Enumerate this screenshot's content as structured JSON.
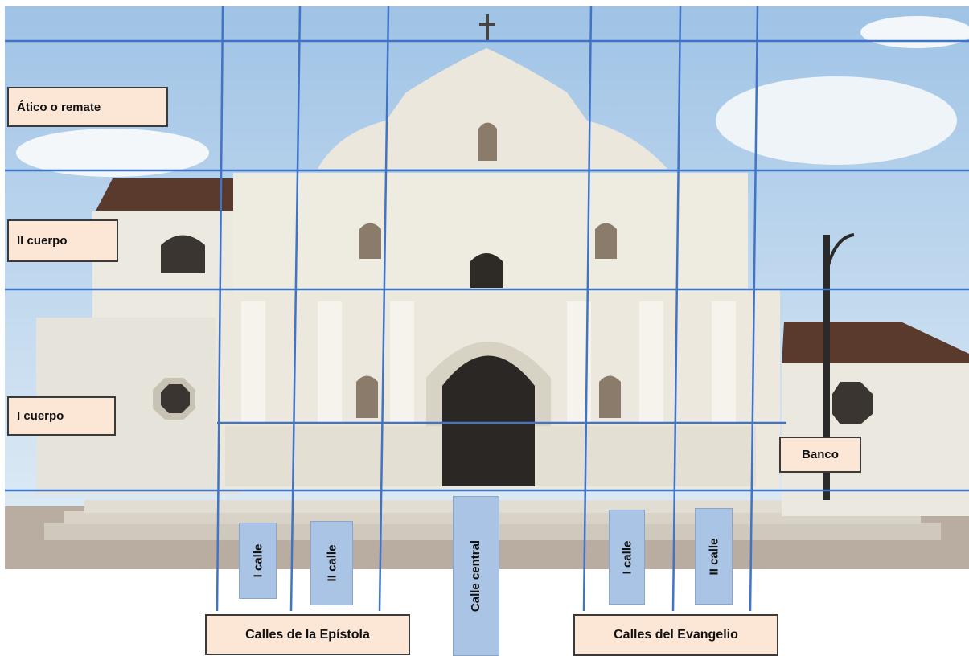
{
  "colors": {
    "grid_line": "#3f74c7",
    "label_box": "#fce6d6",
    "street_box": "#a9c4e4",
    "sky": "#c9dff0",
    "facade": "#e9e6dc",
    "roof": "#5a3a2c"
  },
  "labels": {
    "atico": "Ático o remate",
    "ii_cuerpo": "II cuerpo",
    "i_cuerpo": "I cuerpo",
    "banco": "Banco",
    "calles_epistola": "Calles de la Epístola",
    "calles_evangelio": "Calles del Evangelio"
  },
  "streets": {
    "epistola_i": "I calle",
    "epistola_ii": "II calle",
    "central": "Calle  central",
    "evangelio_i": "I  calle",
    "evangelio_ii": "II  calle"
  }
}
